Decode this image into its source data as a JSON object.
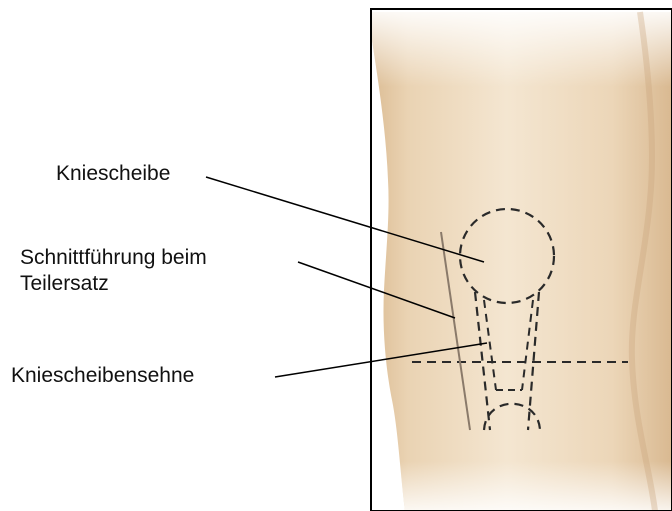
{
  "labels": {
    "kniescheibe": "Kniescheibe",
    "schnitt_line1": "Schnittführung beim",
    "schnitt_line2": "Teilersatz",
    "sehne": "Kniescheibensehne"
  },
  "colors": {
    "skin_light": "#f3e3cc",
    "skin_mid": "#e8cfad",
    "skin_shadow": "#d8b88f",
    "frame": "#000000",
    "dashes": "#2a2a2a",
    "leader": "#000000"
  }
}
